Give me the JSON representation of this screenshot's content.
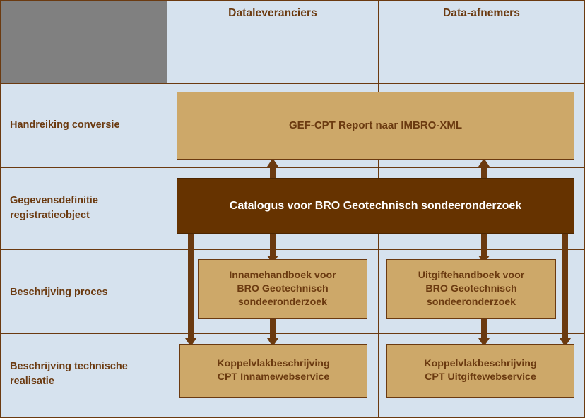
{
  "diagram": {
    "title_corner": "",
    "columns": [
      {
        "id": "dataleveranciers",
        "label": "Dataleveranciers"
      },
      {
        "id": "data-afnemers",
        "label": "Data-afnemers"
      }
    ],
    "rows": [
      {
        "id": "handreiking-conversie",
        "label": "Handreiking conversie"
      },
      {
        "id": "gegevensdefinitie-registratieobject",
        "label": "Gegevensdefinitie registratieobject"
      },
      {
        "id": "beschrijving-proces",
        "label": "Beschrijving proces"
      },
      {
        "id": "beschrijving-technische-realisatie",
        "label": "Beschrijving technische realisatie"
      }
    ],
    "boxes": [
      {
        "id": "gef-cpt-report",
        "label": "GEF-CPT Report naar IMBRO-XML"
      },
      {
        "id": "catalogus-bro",
        "label": "Catalogus voor BRO Geotechnisch sondeeronderzoek"
      },
      {
        "id": "innamehandboek",
        "label": "Innamehandboek voor\nBRO Geotechnisch\nsondeeronderzoek"
      },
      {
        "id": "uitgiftehandboek",
        "label": "Uitgiftehandboek voor\nBRO Geotechnisch\nsondeeronderzoek"
      },
      {
        "id": "koppelvlak-inname",
        "label": "Koppelvlakbeschrijving\nCPT Innamewebservice"
      },
      {
        "id": "koppelvlak-uitgifte",
        "label": "Koppelvlakbeschrijving\nCPT Uitgiftewebservice"
      }
    ],
    "colors": {
      "background": "#d6e2ee",
      "corner": "#808080",
      "line": "#6b3a10",
      "box_tan": "#cda869",
      "box_dark": "#663300",
      "text_brown": "#6b3a10",
      "text_light": "#ffffff"
    }
  }
}
